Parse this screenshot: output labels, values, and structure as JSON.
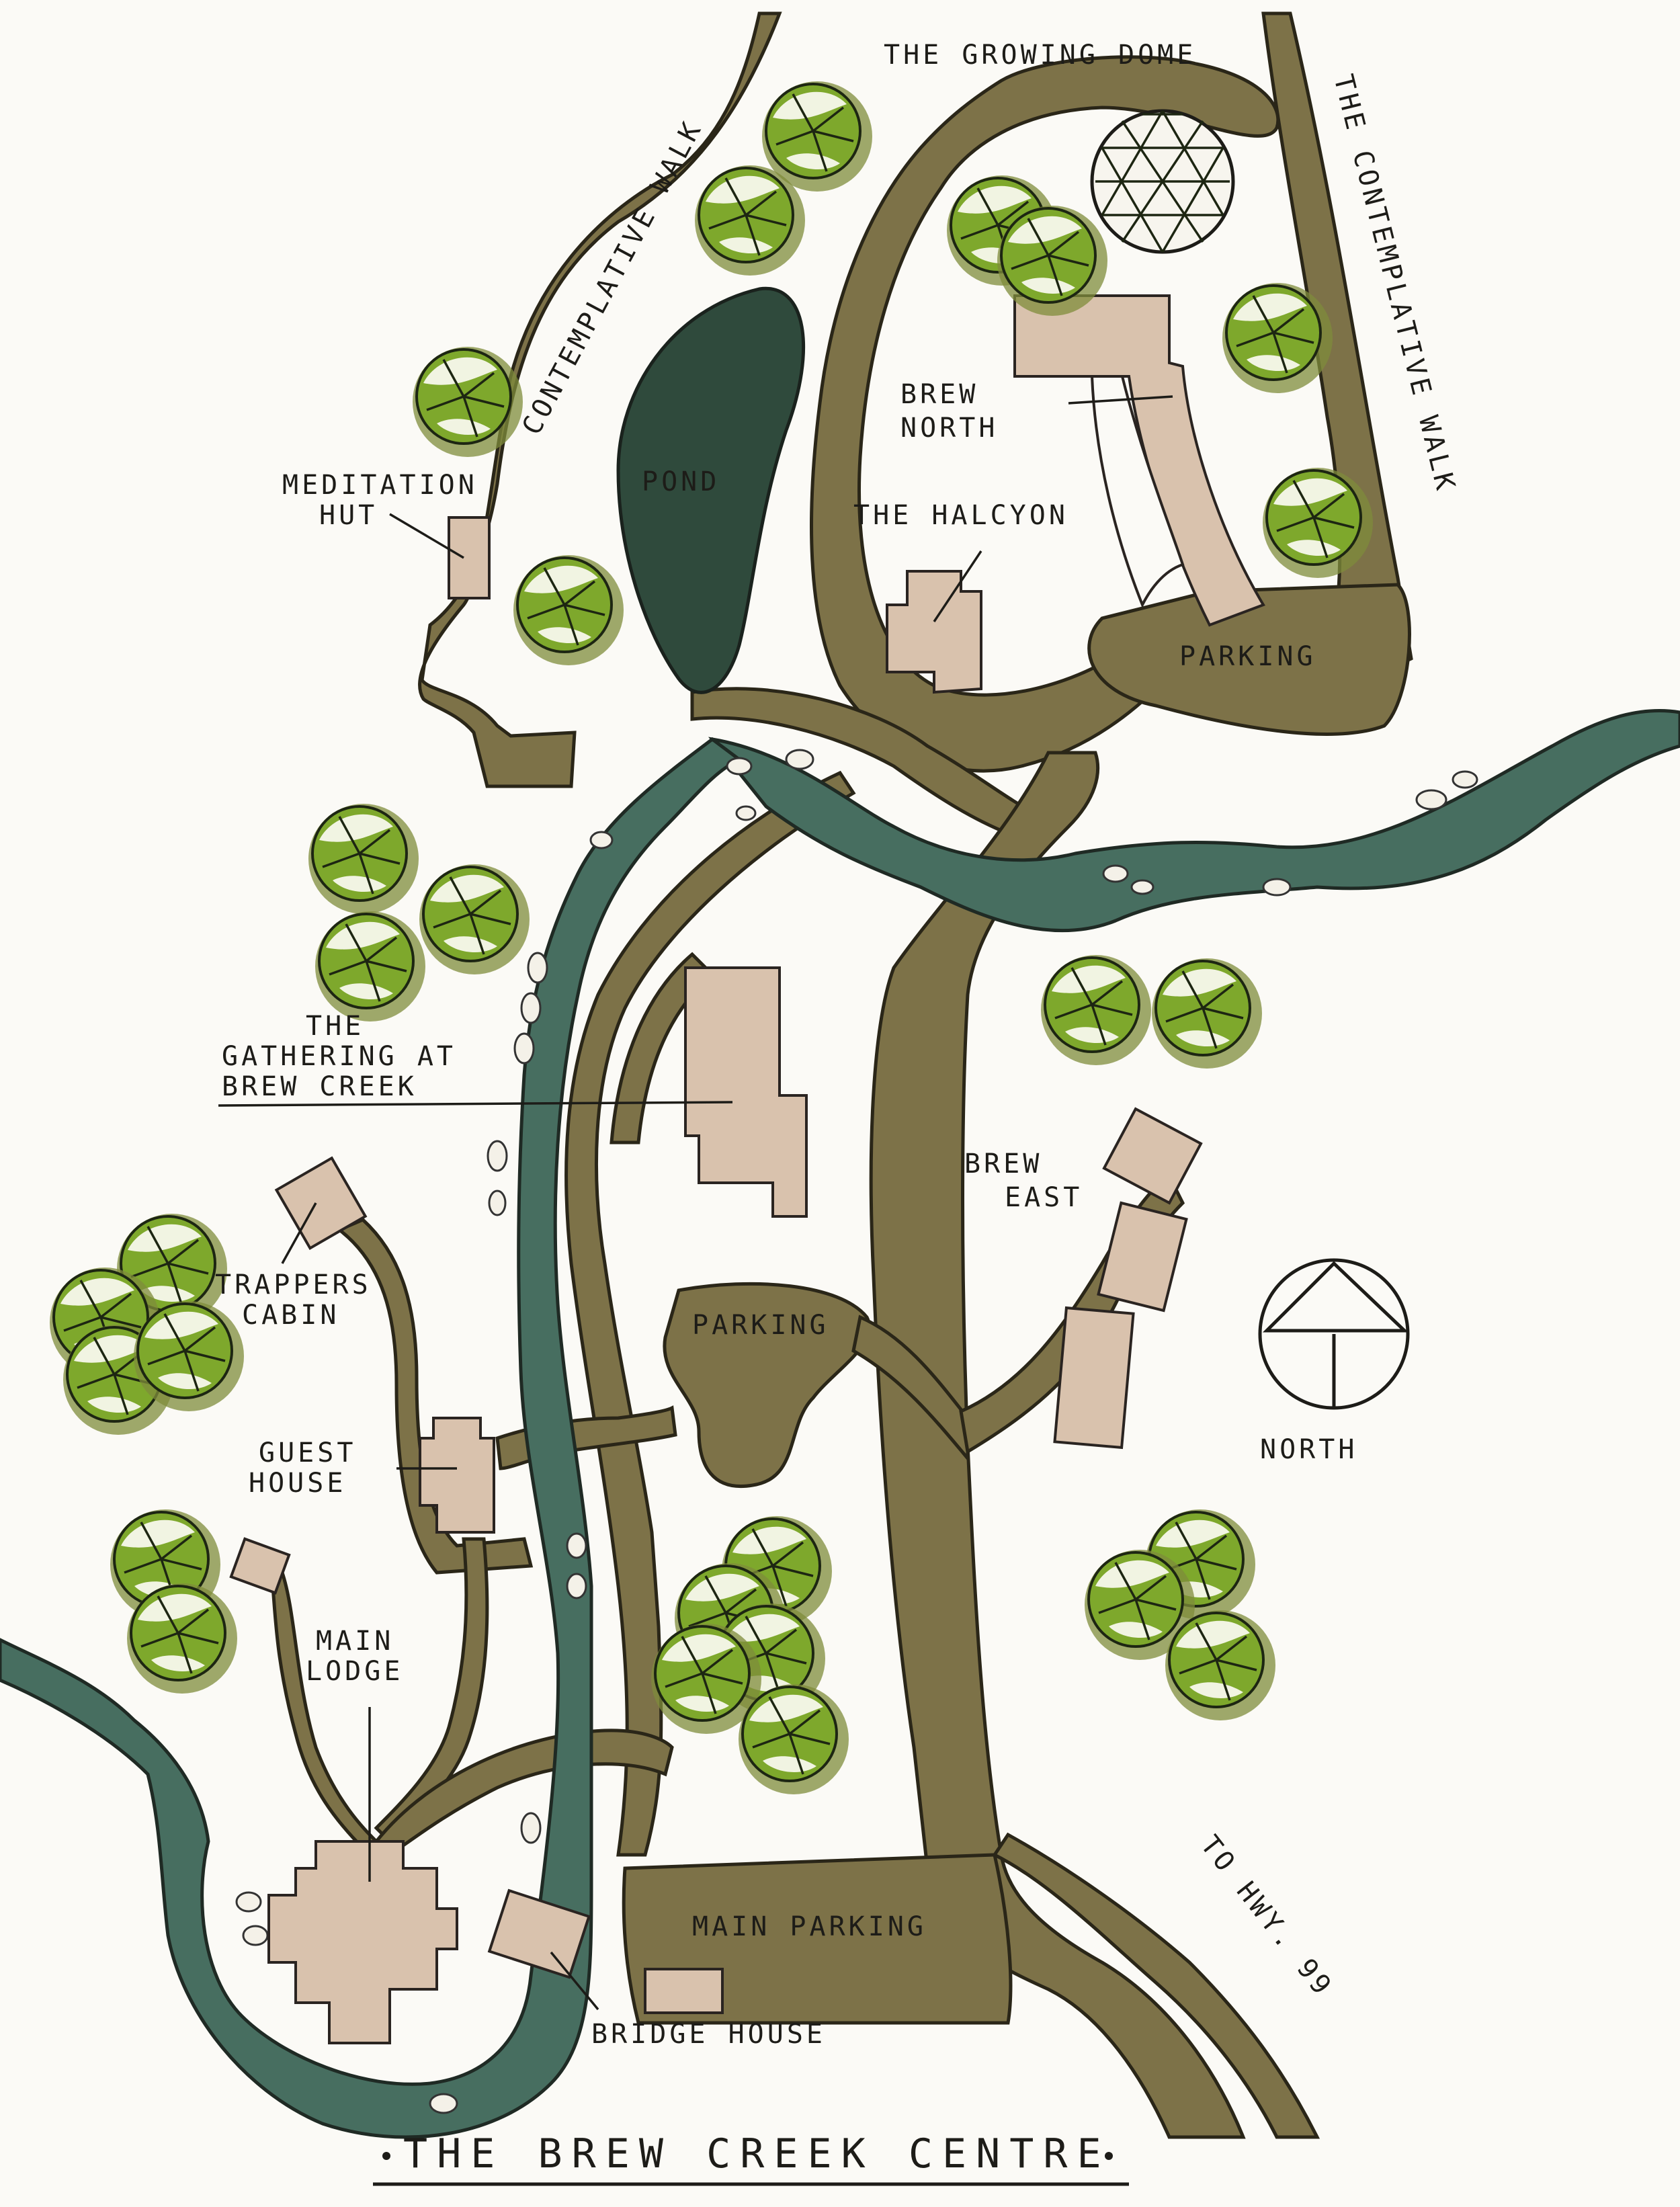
{
  "title": "THE BREW CREEK CENTRE",
  "labels": {
    "growing_dome": "THE GROWING DOME",
    "contemplative_walk_west": "CONTEMPLATIVE WALK",
    "contemplative_walk_east": "THE CONTEMPLATIVE WALK",
    "meditation_hut_line1": "MEDITATION",
    "meditation_hut_line2": "HUT",
    "pond": "POND",
    "brew_north_line1": "BREW",
    "brew_north_line2": "NORTH",
    "halcyon": "THE HALCYON",
    "parking_north": "PARKING",
    "gathering_line1": "THE",
    "gathering_line2": "GATHERING AT",
    "gathering_line3": "BREW CREEK",
    "brew_east_line1": "BREW",
    "brew_east_line2": "EAST",
    "trappers_line1": "TRAPPERS",
    "trappers_line2": "CABIN",
    "parking_middle": "PARKING",
    "guest_line1": "GUEST",
    "guest_line2": "HOUSE",
    "north": "NORTH",
    "main_lodge_line1": "MAIN",
    "main_lodge_line2": "LODGE",
    "main_parking": "MAIN PARKING",
    "bridge_house": "BRIDGE HOUSE",
    "to_hwy": "TO HWY. 99"
  },
  "colors": {
    "road": "#7d7248",
    "creek": "#476e60",
    "pond": "#2f4a3c",
    "building": "#d9c2ad",
    "tree": "#7ea82c",
    "paper": "#fbfaf6"
  },
  "icons": [
    "north-arrow-icon",
    "geodesic-dome-icon",
    "tree-icon"
  ]
}
